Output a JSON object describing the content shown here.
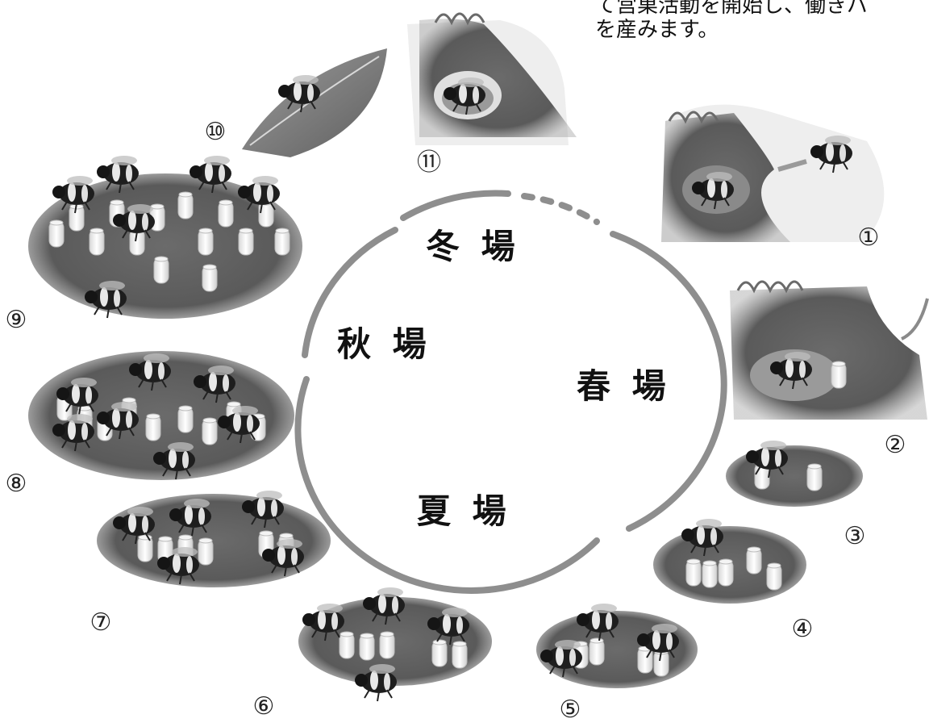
{
  "caption": {
    "line1": "て営巣活動を開始し、働きバ",
    "line2": "を産みます。"
  },
  "seasons": {
    "winter": "冬 場",
    "autumn": "秋 場",
    "spring": "春 場",
    "summer": "夏 場"
  },
  "stages": [
    "①",
    "②",
    "③",
    "④",
    "⑤",
    "⑥",
    "⑦",
    "⑧",
    "⑨",
    "⑩",
    "⑪"
  ]
}
